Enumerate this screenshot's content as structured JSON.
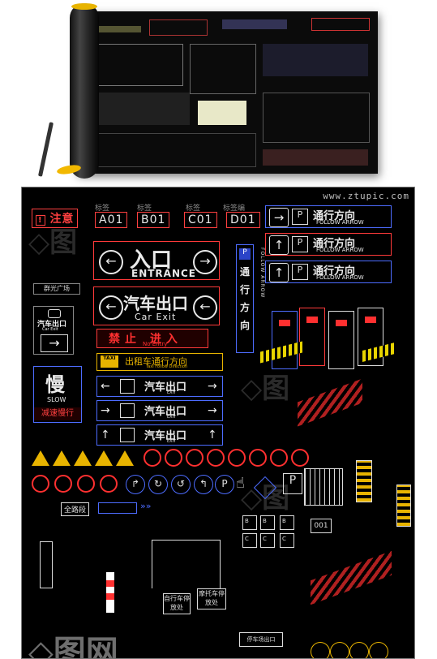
{
  "watermark": "www.ztupic.com",
  "tags": {
    "caution": "注意",
    "a01": "A01",
    "b01": "B01",
    "c01": "C01",
    "d01": "D01",
    "small_header_a": "标签",
    "small_header_b": "标签",
    "small_header_c": "标签",
    "small_header_d": "标签编"
  },
  "entrance_sign": {
    "cn": "入口",
    "en": "ENTRANCE"
  },
  "car_exit_sign": {
    "cn": "汽车出口",
    "en": "Car Exit"
  },
  "no_entry_sign": {
    "cn": "禁止 进入",
    "en": "No Entry"
  },
  "taxi_sign": {
    "badge": "TAXI",
    "cn": "出租车通行方向",
    "en": "Taxi Follow Direction"
  },
  "exit_signs": [
    {
      "cn": "汽车出口",
      "en": "EXIT"
    },
    {
      "cn": "汽车出口",
      "en": "EXIT"
    },
    {
      "cn": "汽车出口",
      "en": "EXIT"
    }
  ],
  "left_column": {
    "plaza": "群光广场",
    "car_exit_box_cn": "汽车出口",
    "car_exit_box_en": "Car Exit",
    "slow_cn": "慢",
    "slow_en": "SLOW",
    "slow_sub": "减速慢行"
  },
  "follow_arrow_signs": [
    {
      "cn": "通行方向",
      "en": "FOLLOW ARROW"
    },
    {
      "cn": "通行方向",
      "en": "FOLLOW ARROW"
    },
    {
      "cn": "通行方向",
      "en": "FOLLOW ARROW"
    }
  ],
  "vertical_sign": {
    "cn": "通行方向",
    "en": "FOLLOW ARROW"
  },
  "lower_labels": {
    "full_text": "全路段",
    "code_001": "001",
    "bike_area": "自行车停放处",
    "moto_area": "摩托车停放处",
    "parking_exit": "停车场出口"
  },
  "colors": {
    "accent_red": "#ff3030",
    "accent_blue": "#4d6cff",
    "accent_yellow": "#e8b400",
    "background": "#000000"
  }
}
